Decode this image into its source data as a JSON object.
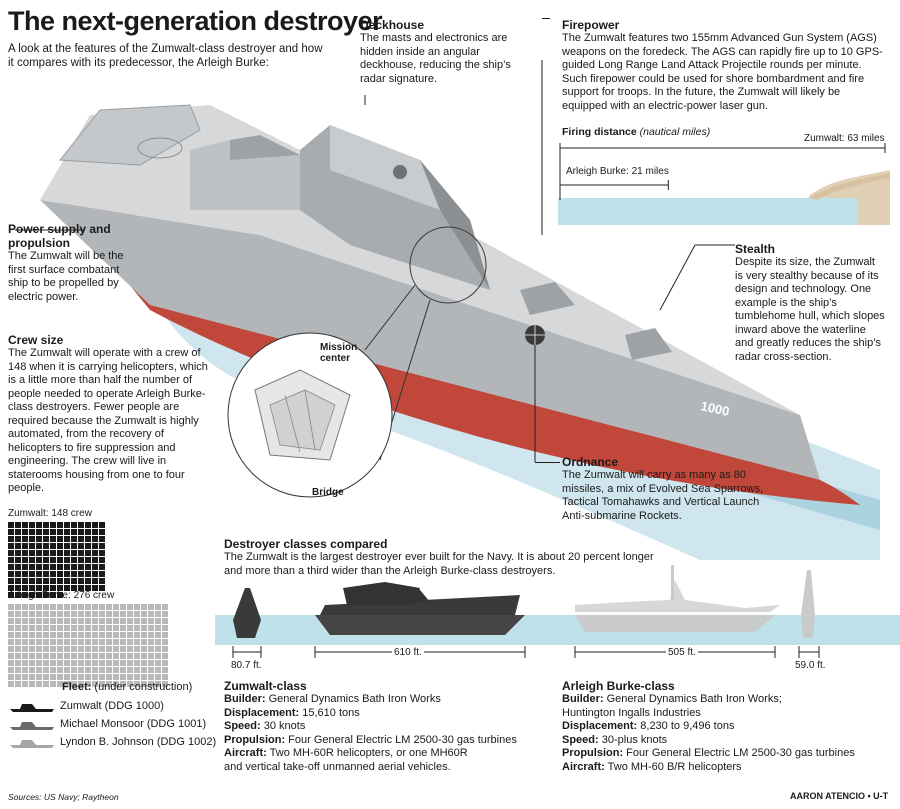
{
  "header": {
    "title": "The next-generation destroyer",
    "subtitle": "A look at the features of the Zumwalt-class destroyer and how it compares with its predecessor, the Arleigh Burke:"
  },
  "power": {
    "heading": "Power supply and propulsion",
    "text": "The Zumwalt will be the first surface combatant ship to be propelled by electric power."
  },
  "crew": {
    "heading": "Crew size",
    "text": "The Zumwalt will operate with a crew of 148 when it is carrying helicopters, which is a little more than half the number of people needed to operate Arleigh Burke-class destroyers. Fewer people are required because the Zumwalt is highly automated, from the recovery of helicopters to fire suppression and engineering. The crew will live in staterooms housing from one to four people.",
    "zumwalt_label": "Zumwalt: 148 crew",
    "zumwalt_count": 148,
    "burke_label": "Arleigh Burke: 276 crew",
    "burke_count": 276
  },
  "deckhouse": {
    "heading": "Deckhouse",
    "text": "The masts and electronics are hidden inside an angular deckhouse, reducing the ship’s radar signature."
  },
  "firepower": {
    "heading": "Firepower",
    "text": "The Zumwalt features two 155mm Advanced Gun System (AGS) weapons on the foredeck. The AGS can rapidly fire up to 10 GPS-guided Long Range Land Attack Projectile rounds per minute. Such firepower could be used for shore bombardment and fire support for troops. In the future, the Zumwalt will likely be equipped with an electric-power laser gun.",
    "distance_title": "Firing distance",
    "distance_unit": "(nautical miles)",
    "zumwalt_range_label": "Zumwalt: 63 miles",
    "zumwalt_range": 63,
    "burke_range_label": "Arleigh Burke: 21 miles",
    "burke_range": 21
  },
  "stealth": {
    "heading": "Stealth",
    "text": "Despite its size, the Zumwalt is very stealthy because of its design and technology. One example is the ship’s tumblehome hull, which slopes inward above the waterline and greatly reduces the ship’s radar cross-section."
  },
  "ordnance": {
    "heading": "Ordnance",
    "text": "The Zumwalt will carry as many as 80 missiles, a mix of Evolved Sea Sparrows, Tactical Tomahawks and Vertical Launch Anti-submarine Rockets."
  },
  "inset": {
    "mission_label": "Mission center",
    "bridge_label": "Bridge"
  },
  "hull_number": "1000",
  "compare": {
    "heading": "Destroyer classes compared",
    "text": "The Zumwalt is the largest destroyer ever built for the Navy. It is about 20 percent longer and more than a third wider than the Arleigh Burke-class destroyers.",
    "zumwalt_width": "80.7 ft.",
    "zumwalt_length": "610 ft.",
    "burke_length": "505 ft.",
    "burke_width": "59.0 ft."
  },
  "fleet": {
    "heading": "Fleet:",
    "note": "(under construction)",
    "ships": [
      "Zumwalt (DDG 1000)",
      "Michael Monsoor (DDG 1001)",
      "Lyndon B. Johnson (DDG 1002)"
    ]
  },
  "zumwalt_class": {
    "heading": "Zumwalt-class",
    "specs": [
      {
        "k": "Builder:",
        "v": "General Dynamics Bath Iron Works"
      },
      {
        "k": "Displacement:",
        "v": "15,610 tons"
      },
      {
        "k": "Speed:",
        "v": "30 knots"
      },
      {
        "k": "Propulsion:",
        "v": "Four General Electric LM 2500-30 gas turbines"
      },
      {
        "k": "Aircraft:",
        "v": "Two MH-60R helicopters, or one MH60R"
      }
    ],
    "aircraft_cont": "and vertical take-off unmanned aerial vehicles."
  },
  "burke_class": {
    "heading": "Arleigh Burke-class",
    "specs": [
      {
        "k": "Builder:",
        "v": "General Dynamics Bath Iron Works;"
      },
      {
        "k": "",
        "v": "Huntington Ingalls Industries"
      },
      {
        "k": "Displacement:",
        "v": "8,230 to 9,496 tons"
      },
      {
        "k": "Speed:",
        "v": "30-plus knots"
      },
      {
        "k": "Propulsion:",
        "v": "Four General Electric LM 2500-30 gas turbines"
      },
      {
        "k": "Aircraft:",
        "v": "Two MH-60 B/R helicopters"
      }
    ]
  },
  "footer": {
    "sources": "Sources: US Navy; Raytheon",
    "credit": "AARON ATENCIO • U-T"
  },
  "colors": {
    "crew_dark": "#1a1a1a",
    "crew_light": "#b9b9b9",
    "water": "#b7dbe6",
    "hull_red": "#c0473a",
    "ship_gray": "#c8cacc"
  }
}
